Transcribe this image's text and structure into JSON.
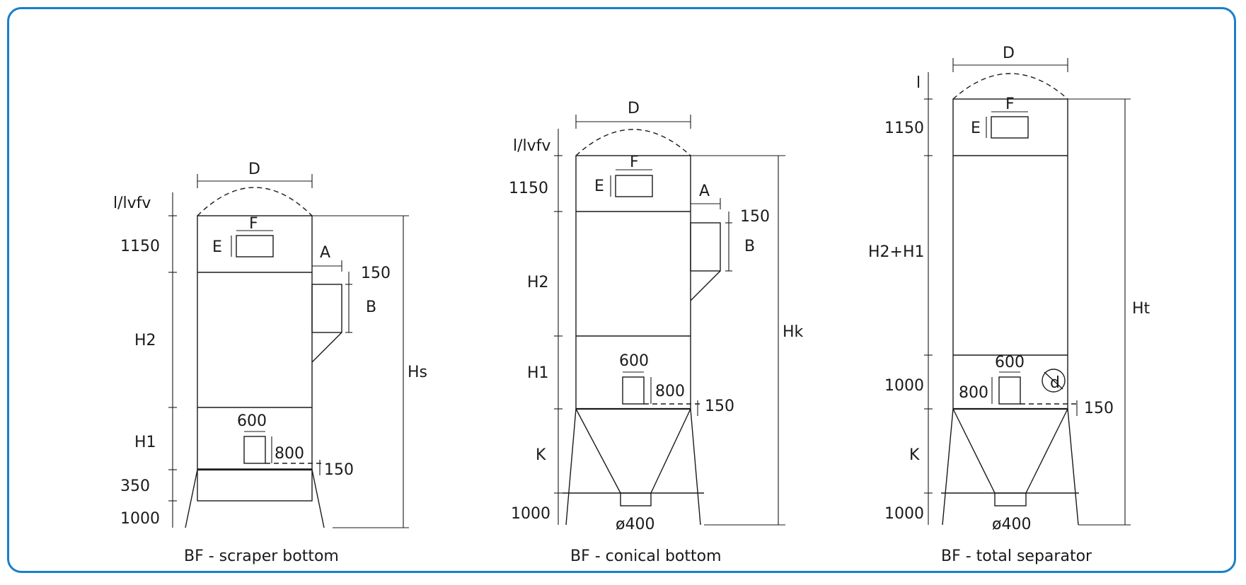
{
  "frame_color": "#1a7fc9",
  "scraper": {
    "caption": "BF - scraper bottom",
    "d": "D",
    "top_label": "l/lvfv",
    "h_1150": "1150",
    "h2": "H2",
    "h1": "H1",
    "h_350": "350",
    "h_1000": "1000",
    "e": "E",
    "f": "F",
    "a": "A",
    "b": "B",
    "inlet_gap": "150",
    "door_w": "600",
    "door_h": "800",
    "door_gap": "150",
    "total": "Hs"
  },
  "conical": {
    "caption": "BF - conical bottom",
    "d": "D",
    "top_label": "l/lvfv",
    "h_1150": "1150",
    "h2": "H2",
    "h1": "H1",
    "k": "K",
    "h_1000": "1000",
    "e": "E",
    "f": "F",
    "a": "A",
    "b": "B",
    "inlet_gap": "150",
    "door_w": "600",
    "door_h": "800",
    "door_gap": "150",
    "total": "Hk",
    "outlet": "ø400"
  },
  "total": {
    "caption": "BF - total separator",
    "d": "D",
    "top_label": "l",
    "h_1150": "1150",
    "h2h1": "H2+H1",
    "h_1000a": "1000",
    "k": "K",
    "h_1000b": "1000",
    "e": "E",
    "f": "F",
    "door_w": "600",
    "door_h": "800",
    "door_gap": "150",
    "total": "Ht",
    "outlet": "ø400",
    "symbol": "d"
  }
}
